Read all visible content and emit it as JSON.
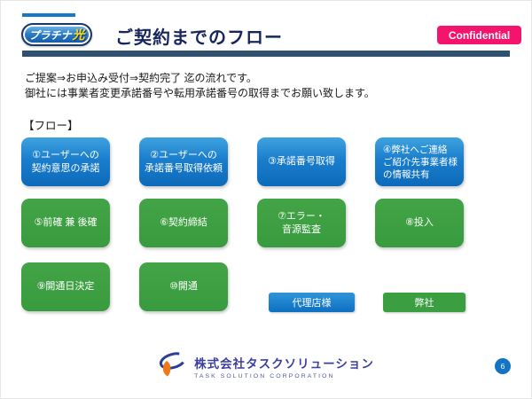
{
  "header": {
    "logo": {
      "main": "プラチナ",
      "accent": "光"
    },
    "title": "ご契約までのフロー",
    "confidential": "Confidential"
  },
  "intro": {
    "line1": "ご提案⇒お申込み受付⇒契約完了 迄の流れです。",
    "line2": "御社には事業者変更承諾番号や転用承諾番号の取得までお願い致します。",
    "section_label": "【フロー】"
  },
  "flow": {
    "boxes": [
      {
        "step": "1",
        "owner": "代理店様",
        "lines": [
          "①ユーザーへの",
          "契約意思の承諾"
        ]
      },
      {
        "step": "2",
        "owner": "代理店様",
        "lines": [
          "②ユーザーへの",
          "承諾番号取得依頼"
        ]
      },
      {
        "step": "3",
        "owner": "代理店様",
        "lines": [
          "③承諾番号取得"
        ]
      },
      {
        "step": "4",
        "owner": "弊社",
        "lines": [
          "④弊社へご連絡",
          "ご紹介先事業者様",
          "の情報共有"
        ]
      },
      {
        "step": "5",
        "owner": "弊社",
        "lines": [
          "⑤前確 兼 後確"
        ]
      },
      {
        "step": "6",
        "owner": "弊社",
        "lines": [
          "⑥契約締結"
        ]
      },
      {
        "step": "7",
        "owner": "弊社",
        "lines": [
          "⑦エラー・",
          "音源監査"
        ]
      },
      {
        "step": "8",
        "owner": "弊社",
        "lines": [
          "⑧投入"
        ]
      },
      {
        "step": "9",
        "owner": "弊社",
        "lines": [
          "⑨開通日決定"
        ]
      },
      {
        "step": "10",
        "owner": "弊社",
        "lines": [
          "⑩開通"
        ]
      }
    ],
    "legend": [
      {
        "label": "代理店様",
        "color": "#1b80ce"
      },
      {
        "label": "弊社",
        "color": "#3b9e41"
      }
    ]
  },
  "footer": {
    "company_jp": "株式会社タスクソリューション",
    "company_en": "TASK SOLUTION CORPORATION",
    "page_number": "6"
  },
  "colors": {
    "agency_blue": "#1b80ce",
    "company_green": "#3b9e41",
    "header_bar_navy": "#30506f",
    "title_navy": "#17265c",
    "confidential_pink": "#f4146e",
    "accent_rule_blue": "#1778c8",
    "page_circle_blue": "#1474c4",
    "footer_indigo": "#3c3f9d"
  }
}
